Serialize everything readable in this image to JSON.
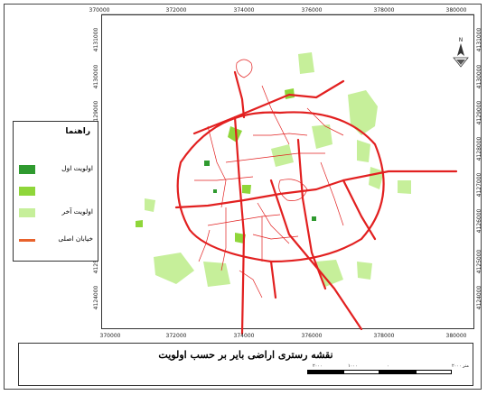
{
  "map": {
    "title": "نقشه رستری اراضی بایر بر حسب اولویت",
    "x_ticks": [
      "370000",
      "372000",
      "374000",
      "376000",
      "378000",
      "380000"
    ],
    "y_ticks": [
      "4131000",
      "4130000",
      "4129000",
      "4128000",
      "4127000",
      "4126000",
      "4125000",
      "4124000"
    ],
    "legend": {
      "title": "راهنما",
      "items": [
        {
          "label": "اولویت اول",
          "color": "#2f9a2f"
        },
        {
          "label": "",
          "color": "#8fd63a"
        },
        {
          "label": "اولویت آخر",
          "color": "#c6ef9a"
        }
      ],
      "road_label": "خیابان اصلی",
      "road_color": "#e8622c"
    },
    "scale_labels": [
      "۲۰۰۰",
      "۱۰۰۰",
      "۰",
      "۲۰۰۰",
      "متر"
    ],
    "colors": {
      "road": "#e22020",
      "frame": "#333333"
    }
  }
}
